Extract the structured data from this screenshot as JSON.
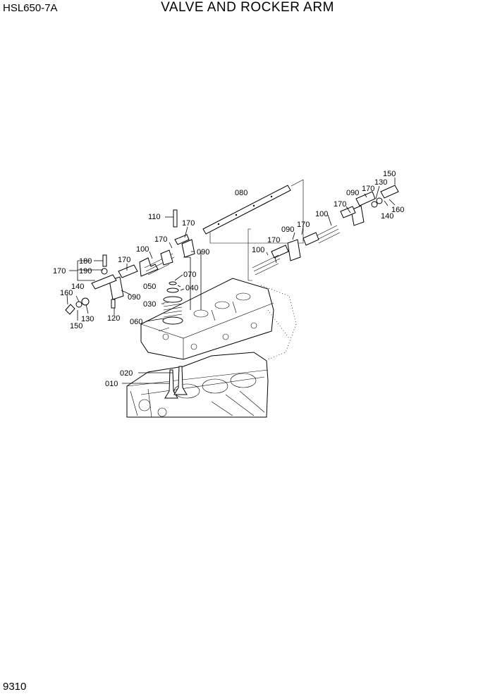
{
  "header": {
    "model": "HSL650-7A",
    "title": "VALVE AND ROCKER ARM"
  },
  "footer": {
    "page_number": "9310"
  },
  "callouts": [
    {
      "id": "c150a",
      "text": "150"
    },
    {
      "id": "c170a",
      "text": "170"
    },
    {
      "id": "c130a",
      "text": "130"
    },
    {
      "id": "c090a",
      "text": "090"
    },
    {
      "id": "c160a",
      "text": "160"
    },
    {
      "id": "c140a",
      "text": "140"
    },
    {
      "id": "c170b",
      "text": "170"
    },
    {
      "id": "c100a",
      "text": "100"
    },
    {
      "id": "c080",
      "text": "080"
    },
    {
      "id": "c170c",
      "text": "170"
    },
    {
      "id": "c090b",
      "text": "090"
    },
    {
      "id": "c170d",
      "text": "170"
    },
    {
      "id": "c100b",
      "text": "100"
    },
    {
      "id": "c110",
      "text": "110"
    },
    {
      "id": "c170e",
      "text": "170"
    },
    {
      "id": "c170f",
      "text": "170"
    },
    {
      "id": "c100c",
      "text": "100"
    },
    {
      "id": "c090c",
      "text": "090"
    },
    {
      "id": "c180",
      "text": "180"
    },
    {
      "id": "c170g",
      "text": "170"
    },
    {
      "id": "c190",
      "text": "190"
    },
    {
      "id": "c170h",
      "text": "170"
    },
    {
      "id": "c140b",
      "text": "140"
    },
    {
      "id": "c160b",
      "text": "160"
    },
    {
      "id": "c090d",
      "text": "090"
    },
    {
      "id": "c130b",
      "text": "130"
    },
    {
      "id": "c150b",
      "text": "150"
    },
    {
      "id": "c120",
      "text": "120"
    },
    {
      "id": "c070",
      "text": "070"
    },
    {
      "id": "c050",
      "text": "050"
    },
    {
      "id": "c040",
      "text": "040"
    },
    {
      "id": "c030",
      "text": "030"
    },
    {
      "id": "c060",
      "text": "060"
    },
    {
      "id": "c020",
      "text": "020"
    },
    {
      "id": "c010",
      "text": "010"
    }
  ]
}
